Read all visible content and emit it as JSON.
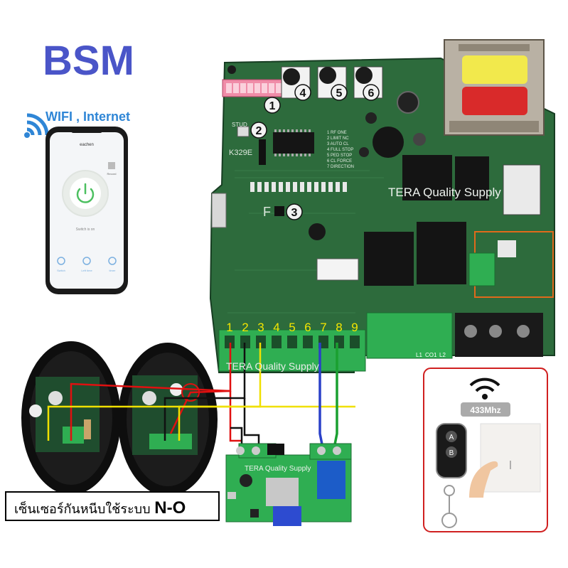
{
  "brand": {
    "title": "BSM",
    "color": "#4a55c8"
  },
  "app": {
    "connectivity": "WIFI , Internet",
    "connectivity_icon": "wifi-icon",
    "accent": "#2f86d6",
    "phone": {
      "header": "eachen",
      "record_label": "Record",
      "status": "Switch is on",
      "tabs": [
        "Switch",
        "Left time",
        "timer"
      ],
      "power_icon": "power-icon",
      "power_color": "#4cc060"
    }
  },
  "board": {
    "dip_label": "1",
    "learn_label": "2",
    "btn_label": "3",
    "knobs": [
      "4",
      "5",
      "6"
    ],
    "silk_model": "K329E",
    "silk_stud": "STUD",
    "silk_f": "F",
    "silk_lines": [
      "1 RF ONE",
      "2 LIMIT NC",
      "3 AUTO CL",
      "4 FULL STOP",
      "5 PED STOP",
      "6 CL FORCE",
      "7 DIRECTION"
    ],
    "terminal_numbers": [
      "1",
      "2",
      "3",
      "4",
      "5",
      "6",
      "7",
      "8",
      "9"
    ],
    "power_terms": [
      "L1",
      "CO1",
      "L2"
    ],
    "watermark": "TERA Quality Supply",
    "terminal_number_color": "#f4e600"
  },
  "wiring": {
    "watermark": "TERA Quality Supply",
    "module_watermark": "TERA Quality Supply",
    "wire_colors": {
      "red": "#e01010",
      "black": "#111111",
      "yellow": "#f0e000",
      "blue": "#2a40c8",
      "green": "#1aa030"
    }
  },
  "sensor": {
    "caption": "เซ็นเซอร์กันหนีบใช้ระบบ ",
    "caption_mode": "N-O"
  },
  "remote": {
    "wifi_icon": "wifi-icon",
    "frequency": "433Mhz",
    "buttons": [
      "A",
      "B"
    ],
    "frame_color": "#d02020"
  }
}
